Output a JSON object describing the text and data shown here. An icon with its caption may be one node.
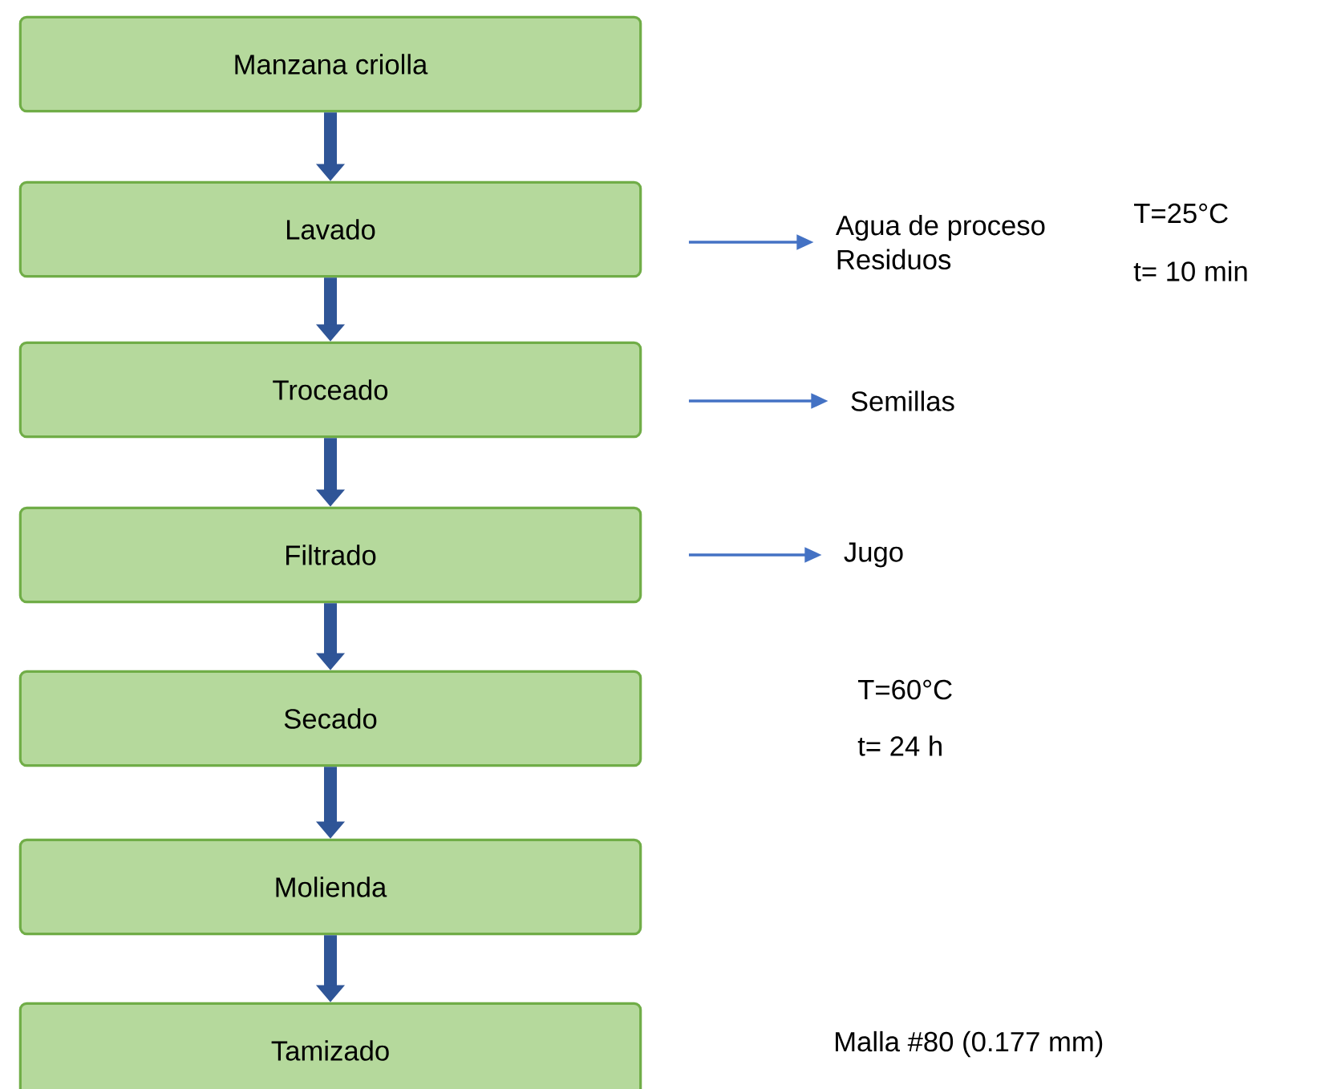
{
  "diagram": {
    "nodes": [
      {
        "text": [
          "Manzana criolla"
        ]
      },
      {
        "text": [
          "Lavado"
        ]
      },
      {
        "text": [
          "Troceado"
        ]
      },
      {
        "text": [
          "Filtrado"
        ]
      },
      {
        "text": [
          "Secado"
        ]
      },
      {
        "text": [
          "Molienda"
        ]
      },
      {
        "text": [
          "Tamizado"
        ]
      },
      {
        "text": [
          "Agua de proceso",
          "Residuos"
        ]
      },
      {
        "text": [
          "Semillas"
        ]
      },
      {
        "text": [
          "Jugo"
        ]
      }
    ],
    "edges": [
      {
        "from": 0,
        "to": 1,
        "arrow": "to"
      },
      {
        "from": 1,
        "to": 2,
        "arrow": "to"
      },
      {
        "from": 2,
        "to": 3,
        "arrow": "to"
      },
      {
        "from": 3,
        "to": 4,
        "arrow": "to"
      },
      {
        "from": 4,
        "to": 5,
        "arrow": "to"
      },
      {
        "from": 5,
        "to": 6,
        "arrow": "to"
      },
      {
        "from": 1,
        "to": 7,
        "arrow": "to"
      },
      {
        "from": 2,
        "to": 8,
        "arrow": "to"
      },
      {
        "from": 3,
        "to": 9,
        "arrow": "to"
      }
    ],
    "labels": [
      "T=25°C",
      "t= 10 min",
      "T=60°C",
      "t= 24 h",
      "Malla #80 (0.177 mm)"
    ]
  }
}
